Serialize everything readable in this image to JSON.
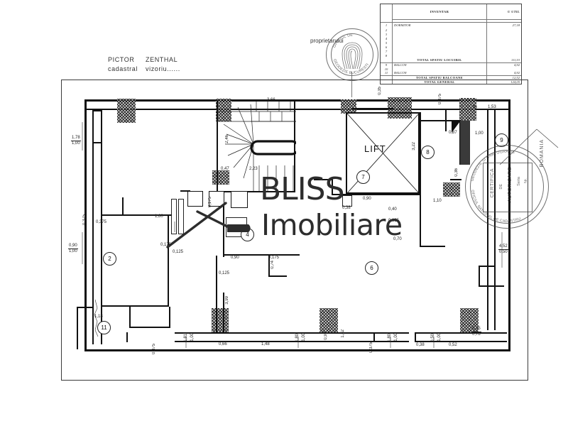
{
  "document": {
    "type": "cadastral-floor-plan",
    "surveyor_label_line1": "PICTOR",
    "surveyor_label_line2": "cadastral",
    "surveyor_name": "ZENTHAL",
    "surveyor_sub": "vizoriu......",
    "owner_label": "proprietarului"
  },
  "inventar": {
    "title": "INVENTAR",
    "col_header_right": "U UTIL",
    "rows": [
      {
        "num": "1",
        "name": "DORMITOR",
        "value": "27,18"
      },
      {
        "num": "2",
        "name": "",
        "value": ""
      },
      {
        "num": "3",
        "name": "",
        "value": ""
      },
      {
        "num": "4",
        "name": "",
        "value": ""
      },
      {
        "num": "5",
        "name": "",
        "value": ""
      },
      {
        "num": "6",
        "name": "",
        "value": ""
      },
      {
        "num": "7",
        "name": "",
        "value": ""
      },
      {
        "num": "8",
        "name": "",
        "value": ""
      }
    ],
    "totals": [
      {
        "num": "",
        "name": "TOTAL SPATIU LOCUIBIL",
        "value": "111,53"
      },
      {
        "num": "9",
        "name": "BALCON",
        "value": "4,92"
      },
      {
        "num": "10",
        "name": "",
        "value": ""
      },
      {
        "num": "11",
        "name": "BALCON",
        "value": "4,92"
      },
      {
        "num": "",
        "name": "TOTAL SPATIU BALCOANE",
        "value": "12,52"
      },
      {
        "num": "",
        "name": "TOTAL GENERAL",
        "value": "124,05"
      }
    ]
  },
  "watermark": {
    "line1": "BLISS",
    "line2": "Imobiliare",
    "logo": "house-logo"
  },
  "stamps": {
    "owner_stamp": {
      "arc_top": "OFICIUL DE",
      "arc_bottom": "GEODEZIE BUCURESTI",
      "center": "thumbprint"
    },
    "authorization_stamp": {
      "arc_top": "GEODEZIE SI CARTOGRAFIE",
      "arc_bottom": "OFICIUL NATIONAL DE CADASTRU",
      "arc_right": "ROMANIA",
      "line1": "CERTIFICA",
      "line2": "DE",
      "line3": "AUTORIZARE",
      "line4": "Seria",
      "line5": "Nr."
    }
  },
  "plan": {
    "lift_label": "LIFT",
    "room_markers": [
      "2",
      "4",
      "6",
      "7",
      "8",
      "9",
      "11"
    ],
    "dimensions": {
      "left": [
        {
          "top": "1,78",
          "bottom": "1,00"
        },
        {
          "single": "0,375"
        },
        {
          "top": "0,90",
          "bottom": "1,00"
        }
      ],
      "interior_left": [
        {
          "single": "0,375"
        },
        {
          "single": "0,125"
        },
        {
          "single": "1,18"
        },
        {
          "single": "1,60"
        }
      ],
      "stairs": [
        {
          "single": "3,66"
        },
        {
          "single": "2,46"
        },
        {
          "single": "0,47"
        },
        {
          "single": "2,23"
        }
      ],
      "center": [
        {
          "single": "0,175"
        },
        {
          "single": "0,90"
        },
        {
          "single": "0,175"
        },
        {
          "single": "0,74"
        },
        {
          "single": "0,125"
        },
        {
          "single": "3,99"
        },
        {
          "single": "0,175"
        }
      ],
      "lift_area": [
        {
          "single": "0,90"
        },
        {
          "single": "0,38"
        },
        {
          "single": "0,40"
        },
        {
          "single": "0,125"
        },
        {
          "single": "0,70"
        },
        {
          "single": "3,22"
        },
        {
          "single": "1,10"
        },
        {
          "single": "0,35"
        }
      ],
      "top_right": [
        {
          "single": "0,375"
        },
        {
          "single": "70"
        },
        {
          "single": "1,53"
        },
        {
          "single": "0,87"
        },
        {
          "single": "1,00"
        }
      ],
      "right": [
        {
          "top": "4,52",
          "bottom": "0,50"
        },
        {
          "top": "0,45",
          "bottom": "0,78"
        },
        {
          "single": "0,36"
        }
      ],
      "bottom": [
        {
          "single": "0,375"
        },
        {
          "top": "1,81",
          "bottom": "1,00"
        },
        {
          "single": "0,66"
        },
        {
          "single": "1,48"
        },
        {
          "top": "1,80",
          "bottom": "1,00"
        },
        {
          "single": "0,90"
        },
        {
          "single": "1,82"
        },
        {
          "single": "0,375"
        },
        {
          "top": "1,80",
          "bottom": "1,00"
        },
        {
          "single": "0,38"
        },
        {
          "top": "0,50",
          "bottom": "1,00"
        },
        {
          "single": "0,52"
        }
      ]
    }
  }
}
